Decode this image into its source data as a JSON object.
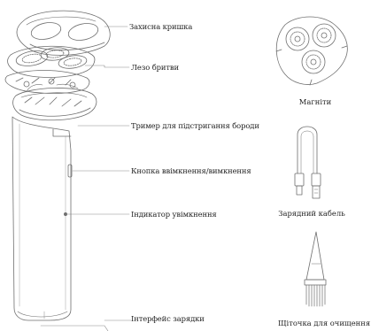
{
  "callouts": {
    "cover": "Захисна кришка",
    "blade": "Лезо бритви",
    "trimmer": "Тример для підстригання бороди",
    "power_button": "Кнопка ввімкнення/вимкнення",
    "power_indicator": "Індикатор увімкнення",
    "charging_port": "Інтерфейс зарядки"
  },
  "accessories": {
    "magnets": "Магніти",
    "charging_cable": "Зарядний кабель",
    "cleaning_brush": "Щіточка для очищення"
  },
  "colors": {
    "line": "#6f6f6f",
    "text": "#222222",
    "leader": "#8a8a8a"
  }
}
